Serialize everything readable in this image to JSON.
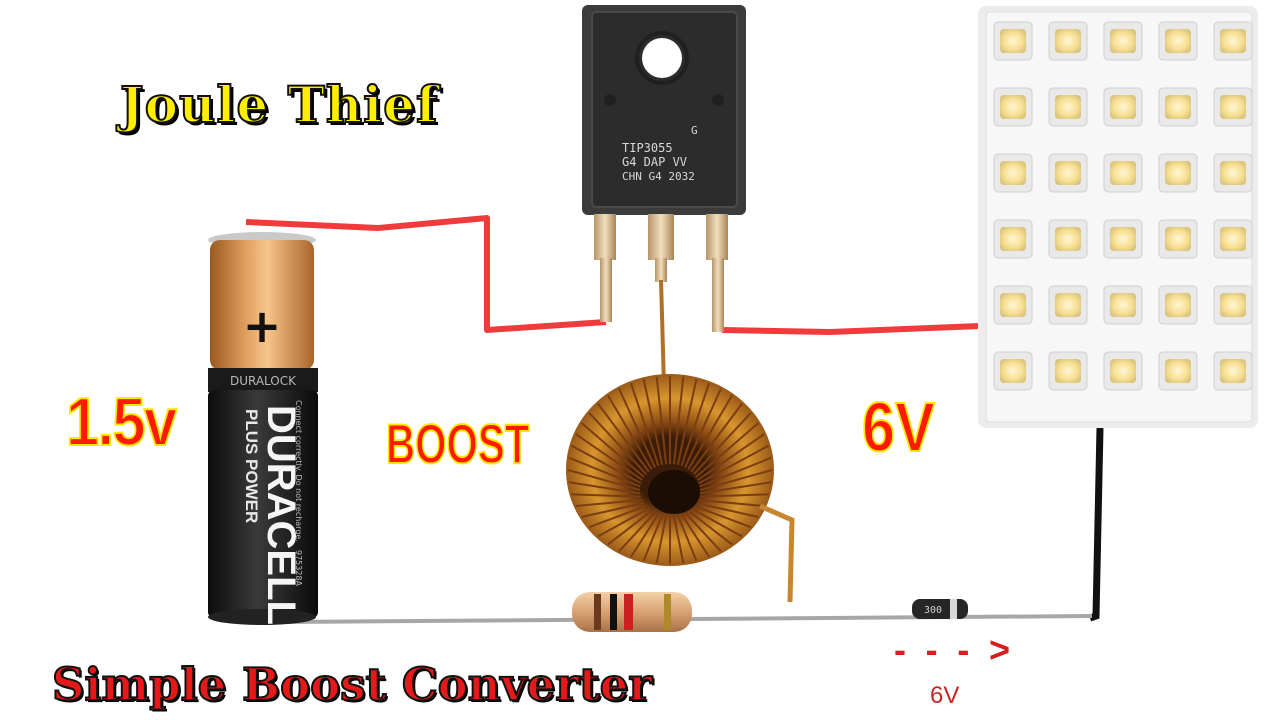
{
  "title": "Joule Thief",
  "subtitle": "Simple Boost Converter",
  "labels": {
    "input_voltage": "1.5v",
    "boost": "BOOST",
    "output_voltage": "6V",
    "diode_arrow": "--->",
    "diode_voltage": "6V"
  },
  "battery": {
    "brand": "DURACELL",
    "line": "PLUS POWER",
    "top_band": "DURALOCK",
    "polarity": "+",
    "fine_print": "Connect correctly. Do not recharge.",
    "code": "975328A"
  },
  "transistor": {
    "line1": "G",
    "line2": "TIP3055",
    "line3": "G4  DAP  VV",
    "line4": "CHN  G4 2032"
  },
  "diode": {
    "marking": "300"
  },
  "led_panel": {
    "rows": 6,
    "cols": 5
  },
  "colors": {
    "wire_positive": "#ef3b3b",
    "wire_negative": "#111111",
    "title_fill": "#ffee00",
    "label_red": "#ff1a00",
    "copper": "#c98a2e",
    "led": "#fff1b8"
  }
}
